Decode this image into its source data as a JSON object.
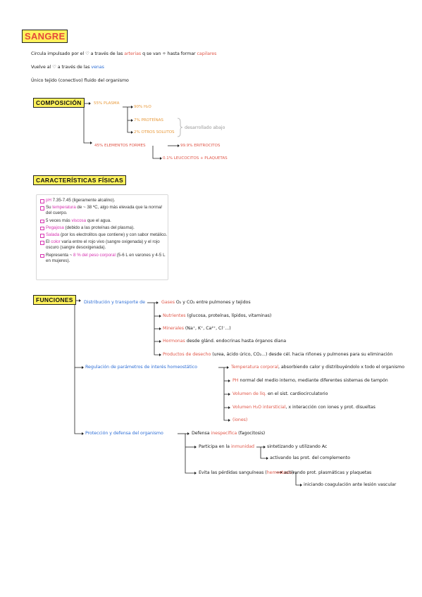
{
  "sangre": {
    "title": "SANGRE",
    "bullets": [
      {
        "parts": [
          [
            "Circula impulsado por el ♡ a través de las ",
            ""
          ],
          [
            "arterias",
            "r"
          ],
          [
            " q se van ÷ hasta formar ",
            ""
          ],
          [
            "capilares",
            "r"
          ]
        ]
      },
      {
        "parts": [
          [
            "Vuelve al ♡ a través de las ",
            ""
          ],
          [
            "venas",
            "b"
          ]
        ]
      },
      {
        "parts": [
          [
            "Único tejido (conectivo) fluido del organismo",
            ""
          ]
        ]
      }
    ]
  },
  "composicion": {
    "title": "COMPOSICIÓN",
    "plasma": "55% PLASMA",
    "plasma_items": [
      "90% H₂O",
      "7% PROTEÍNAS",
      "2% OTROS SOLUTOS"
    ],
    "plasma_note": "desarrollado abajo",
    "elementos": "45% ELEMENTOS FORMES",
    "elementos_items": [
      "99.9% ERITROCITOS",
      "0.1% LEUCOCITOS + PLAQUETAS"
    ]
  },
  "caracteristicas": {
    "title": "CARACTERÍSTICAS FÍSICAS",
    "items": [
      {
        "parts": [
          [
            "pH",
            "m"
          ],
          [
            " 7.35-7.45 (ligeramente alcalino).",
            ""
          ]
        ]
      },
      {
        "parts": [
          [
            "Su ",
            ""
          ],
          [
            "temperatura",
            "m"
          ],
          [
            " de ~ 38 ºC, algo más elevada que la ",
            ""
          ],
          [
            "normal",
            "i"
          ],
          [
            " del cuerpo.",
            ""
          ]
        ]
      },
      {
        "parts": [
          [
            "5 veces más ",
            ""
          ],
          [
            "viscosa",
            "m"
          ],
          [
            " que el agua.",
            ""
          ]
        ]
      },
      {
        "parts": [
          [
            "Pegajosa",
            "m"
          ],
          [
            " (debido a las proteínas del plasma).",
            ""
          ]
        ]
      },
      {
        "parts": [
          [
            "Salada",
            "m"
          ],
          [
            " (por los electrolitos que contiene) y con sabor metálico.",
            ""
          ]
        ]
      },
      {
        "parts": [
          [
            "El ",
            ""
          ],
          [
            "color",
            "m"
          ],
          [
            " varía entre el rojo vivo (sangre oxigenada) y el rojo oscuro (sangre desoxigenada).",
            ""
          ]
        ]
      },
      {
        "parts": [
          [
            "Representa ~ ",
            ""
          ],
          [
            "8 % del peso corporal",
            "m"
          ],
          [
            " (5-6 L en varones y 4-5 L en mujeres).",
            ""
          ]
        ]
      }
    ]
  },
  "funciones": {
    "title": "FUNCIONES",
    "distribucion": "Distribución y transporte de",
    "distribucion_items": [
      {
        "parts": [
          [
            "Gases",
            "r"
          ],
          [
            " O₂ y CO₂ entre pulmones y tejidos",
            ""
          ]
        ]
      },
      {
        "parts": [
          [
            "Nutrientes",
            "r"
          ],
          [
            " (glucosa, proteínas, lípidos, vitaminas)",
            ""
          ]
        ]
      },
      {
        "parts": [
          [
            "Minerales",
            "r"
          ],
          [
            " (Na⁺, K⁺, Ca²⁺, Cl⁻...)",
            ""
          ]
        ]
      },
      {
        "parts": [
          [
            "Hormonas",
            "r"
          ],
          [
            " desde glánd. endocrinas hasta órganos diana",
            ""
          ]
        ]
      },
      {
        "parts": [
          [
            "Productos de desecho",
            "r"
          ],
          [
            " (urea, ácido úrico, CO₂...) desde cél. hacia riñones y pulmones para su eliminación",
            ""
          ]
        ]
      }
    ],
    "regulacion": "Regulación de parámetros de interés homeostático",
    "regulacion_items": [
      {
        "parts": [
          [
            "Temperatura corporal",
            "r"
          ],
          [
            ", absorbiendo calor y distribuyéndolo x todo el organismo",
            ""
          ]
        ]
      },
      {
        "parts": [
          [
            "PH",
            "r"
          ],
          [
            " normal del medio interno, mediante diferentes sistemas de tampón",
            ""
          ]
        ]
      },
      {
        "parts": [
          [
            "Volumen de líq.",
            "r"
          ],
          [
            " en el sist. cardiocirculatorio",
            ""
          ]
        ]
      },
      {
        "parts": [
          [
            "Volumen H₂O intersticial",
            "r"
          ],
          [
            ", x interacción con iones y prot. disueltas",
            ""
          ]
        ]
      },
      {
        "parts": [
          [
            "(iones)",
            "r"
          ]
        ]
      }
    ],
    "proteccion": "Protección y defensa del organismo",
    "defensa": {
      "parts": [
        [
          "Defensa ",
          ""
        ],
        [
          "inespecífica",
          "r"
        ],
        [
          " (fagocitosis)",
          ""
        ]
      ]
    },
    "participa": {
      "parts": [
        [
          "Participa en la ",
          ""
        ],
        [
          "inmunidad",
          "r"
        ]
      ]
    },
    "inmunidad_items": [
      "sintetizando y utilizando Ac",
      "activando las prot. del complemento"
    ],
    "evita": {
      "parts": [
        [
          "Evita las pérdidas sanguíneas (",
          ""
        ],
        [
          "hemostasia",
          "r"
        ],
        [
          ")",
          ""
        ]
      ]
    },
    "hemostasia_items": [
      "activando prot. plasmáticas y plaquetas",
      "iniciando coagulación ante lesión vascular"
    ]
  }
}
